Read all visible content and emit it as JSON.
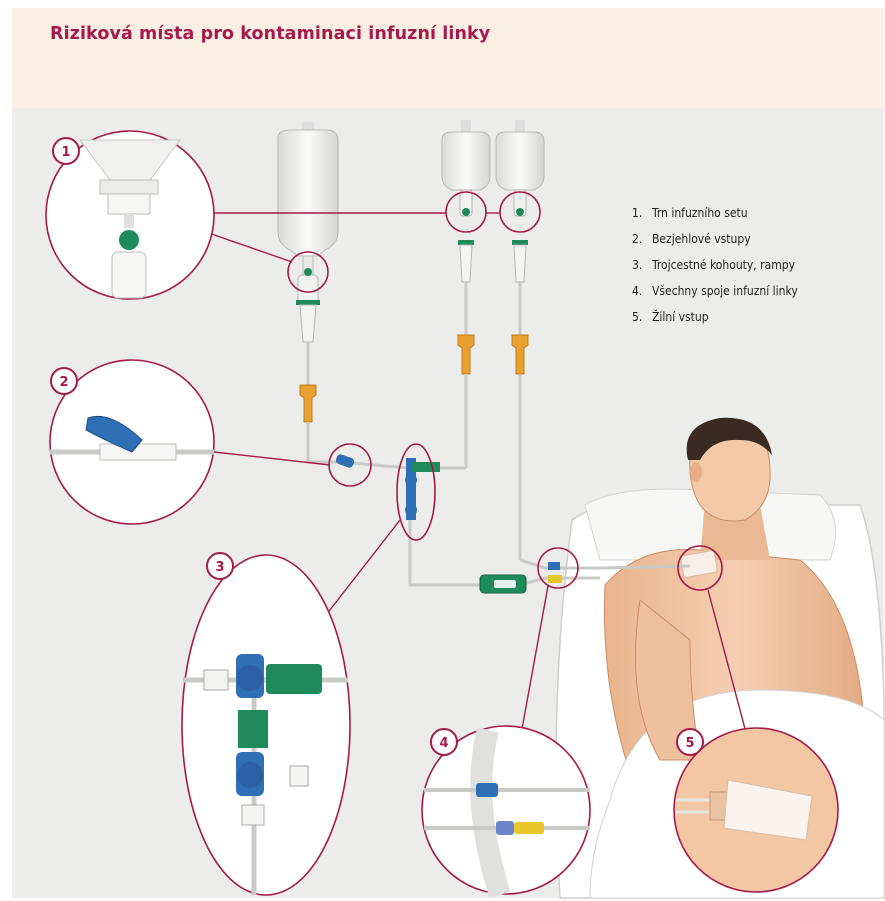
{
  "title": "Riziková místa pro kontaminaci infuzní linky",
  "legend": [
    {
      "number": "1.",
      "label": "Trn infuzního setu"
    },
    {
      "number": "2.",
      "label": "Bezjehlové vstupy"
    },
    {
      "number": "3.",
      "label": "Trojcestné kohouty, rampy"
    },
    {
      "number": "4.",
      "label": "Všechny spoje infuzní linky"
    },
    {
      "number": "5.",
      "label": "Žilní vstup"
    }
  ],
  "callouts": [
    {
      "number": "1"
    },
    {
      "number": "2"
    },
    {
      "number": "3"
    },
    {
      "number": "4"
    },
    {
      "number": "5"
    }
  ],
  "colors": {
    "accent": "#a51a4a",
    "header_bg": "#fbeee2",
    "panel_bg": "#ececea",
    "tubing_orange": "#e8a030",
    "connector_blue": "#2f6fb5",
    "connector_green": "#1f8a5a",
    "skin": "#f1c7a5"
  }
}
